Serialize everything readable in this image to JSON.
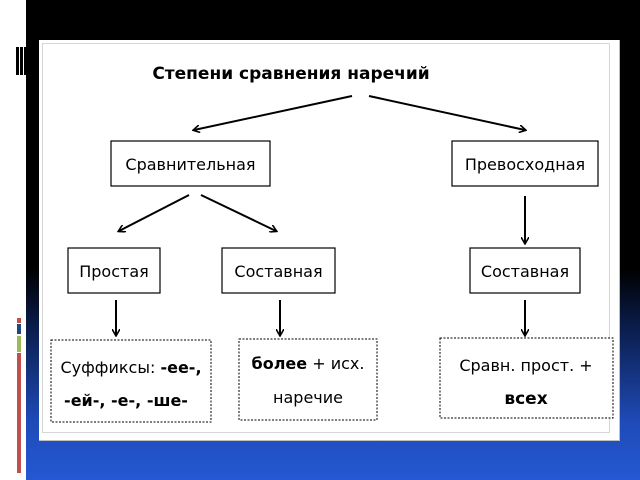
{
  "diagram": {
    "title": "Степени сравнения наречий",
    "nodes": {
      "comparative": "Сравнительная",
      "superlative": "Превосходная",
      "simple": "Простая",
      "compound_comparative": "Составная",
      "compound_superlative": "Составная"
    },
    "leaves": {
      "suffixes": {
        "line1_regular": "Суффиксы: ",
        "line1_bold": "-ее-,",
        "line2_bold": "-ей-, -е-, -ше-"
      },
      "more": {
        "line1_bold": "более",
        "line1_regular": " + исх.",
        "line2_regular": "наречие"
      },
      "all": {
        "line1_regular": "Сравн. прост. +",
        "line2_bold": "всех"
      }
    }
  },
  "colors": {
    "side_accents": [
      "#c0504d",
      "#1f497d",
      "#9bbb59",
      "#c0504d"
    ]
  }
}
